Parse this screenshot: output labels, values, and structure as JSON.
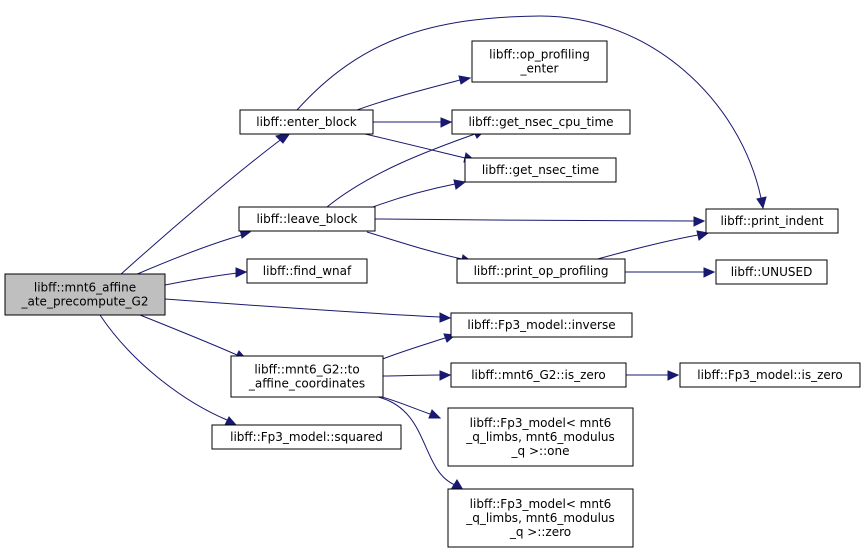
{
  "colors": {
    "edge": "#191970",
    "root_fill": "#bfbfbf",
    "node_fill": "#ffffff",
    "node_border": "#000000"
  },
  "nodes": {
    "root": [
      "libff::mnt6_affine",
      "_ate_precompute_G2"
    ],
    "enter_block": [
      "libff::enter_block"
    ],
    "leave_block": [
      "libff::leave_block"
    ],
    "find_wnaf": [
      "libff::find_wnaf"
    ],
    "to_affine": [
      "libff::mnt6_G2::to",
      "_affine_coordinates"
    ],
    "squared": [
      "libff::Fp3_model::squared"
    ],
    "op_prof_enter": [
      "libff::op_profiling",
      "_enter"
    ],
    "cpu_time": [
      "libff::get_nsec_cpu_time"
    ],
    "nsec_time": [
      "libff::get_nsec_time"
    ],
    "print_op_prof": [
      "libff::print_op_profiling"
    ],
    "inverse": [
      "libff::Fp3_model::inverse"
    ],
    "g2_is_zero": [
      "libff::mnt6_G2::is_zero"
    ],
    "fp3_one": [
      "libff::Fp3_model< mnt6",
      "_q_limbs, mnt6_modulus",
      "_q >::one"
    ],
    "fp3_zero": [
      "libff::Fp3_model< mnt6",
      "_q_limbs, mnt6_modulus",
      "_q >::zero"
    ],
    "print_indent": [
      "libff::print_indent"
    ],
    "unused": [
      "libff::UNUSED"
    ],
    "fp3_is_zero": [
      "libff::Fp3_model::is_zero"
    ]
  }
}
